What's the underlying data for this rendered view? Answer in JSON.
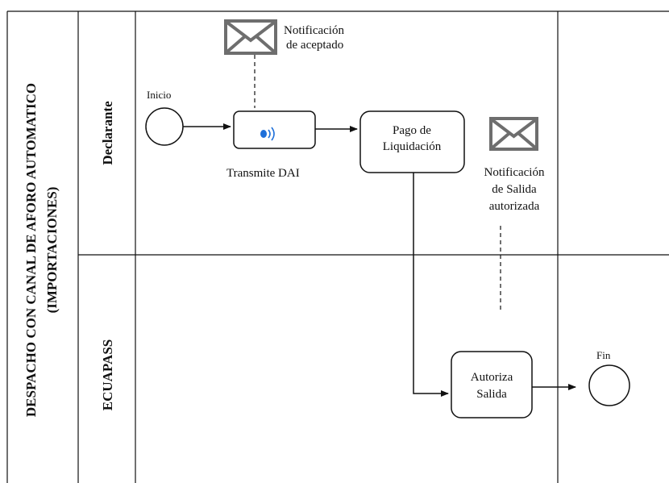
{
  "pool": {
    "title_line1": "DESPACHO CON CANAL DE AFORO AUTOMATICO",
    "title_line2": "(IMPORTACIONES)"
  },
  "lanes": [
    {
      "label": "Declarante"
    },
    {
      "label": "ECUAPASS"
    }
  ],
  "events": {
    "start": "Inicio",
    "end": "Fin"
  },
  "tasks": {
    "transmite": "Transmite DAI",
    "pago_line1": "Pago de",
    "pago_line2": "Liquidación",
    "autoriza_line1": "Autoriza",
    "autoriza_line2": "Salida"
  },
  "messages": {
    "aceptado_line1": "Notificación",
    "aceptado_line2": "de aceptado",
    "salida_line1": "Notificación",
    "salida_line2": "de Salida",
    "salida_line3": "autorizada"
  },
  "colors": {
    "line": "#111111",
    "envelope": "#6e6e6e",
    "task_icon": "#1e6fd9"
  }
}
